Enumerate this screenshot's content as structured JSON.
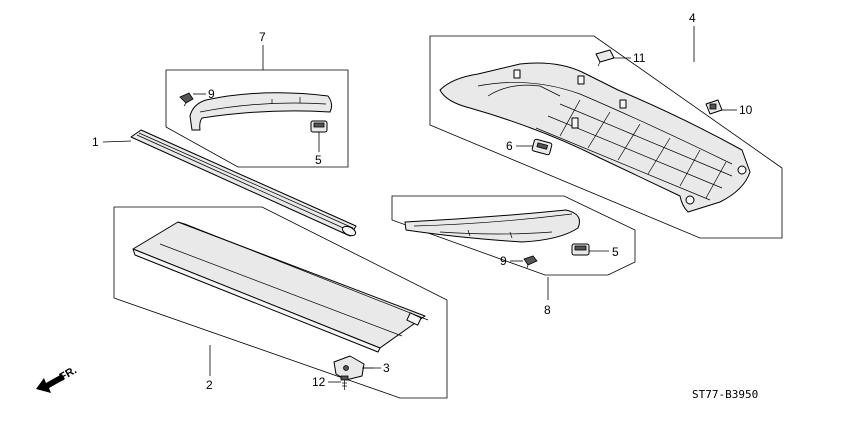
{
  "diagram_code": "ST77-B3950",
  "direction_label": "FR.",
  "callouts": [
    "1",
    "2",
    "3",
    "4",
    "5",
    "6",
    "7",
    "8",
    "9",
    "10",
    "11",
    "12"
  ],
  "callout_list": [
    {
      "label": "1"
    },
    {
      "label": "2"
    },
    {
      "label": "3"
    },
    {
      "label": "4"
    },
    {
      "label": "5"
    },
    {
      "label": "5"
    },
    {
      "label": "6"
    },
    {
      "label": "7"
    },
    {
      "label": "8"
    },
    {
      "label": "9"
    },
    {
      "label": "9"
    },
    {
      "label": "10"
    },
    {
      "label": "11"
    },
    {
      "label": "12"
    }
  ]
}
